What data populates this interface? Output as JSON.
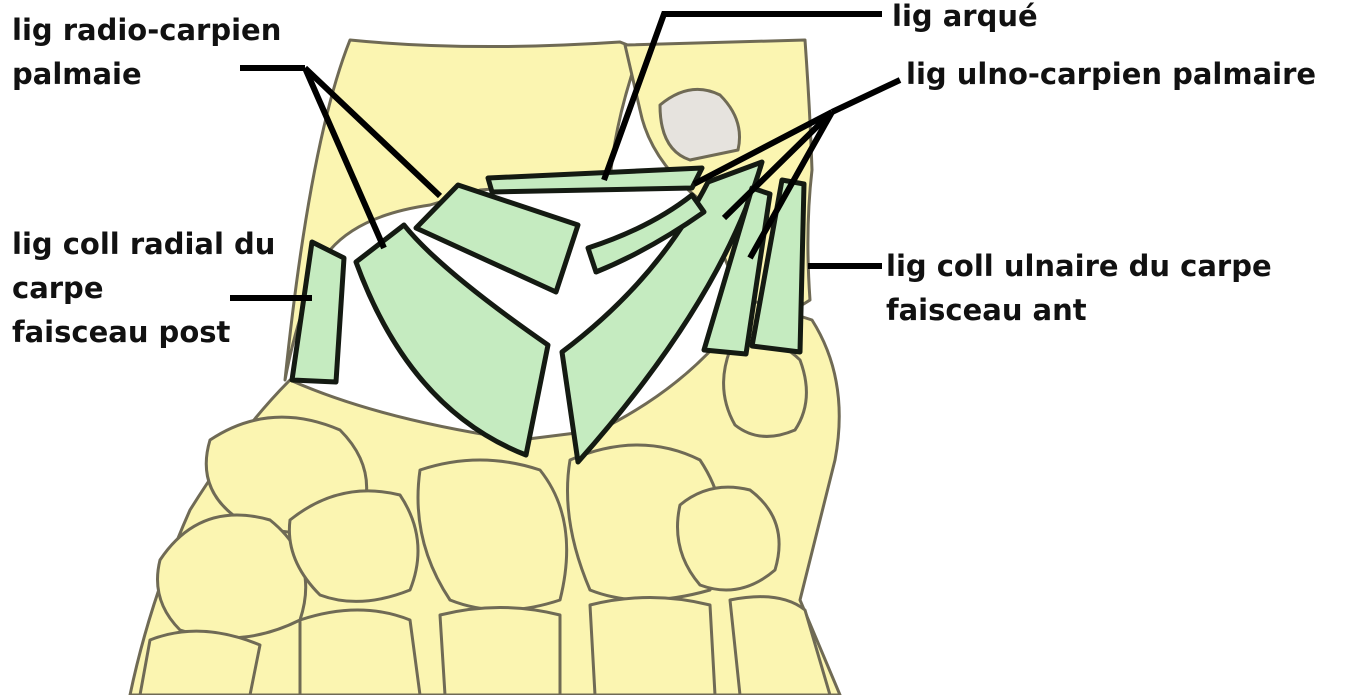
{
  "colors": {
    "bone_fill": "#fbf5b1",
    "bone_outline": "#6f6a55",
    "ligament_fill": "#c5ebc0",
    "ligament_outline": "#141a12",
    "leader_line": "#000000",
    "label_text": "#111111",
    "background": "#ffffff"
  },
  "labels": {
    "radio_carpien": {
      "line1": "lig radio-carpien",
      "line2": "palmaie"
    },
    "arque": "lig arqué",
    "ulno_carpien": "lig ulno-carpien palmaire",
    "coll_radial": {
      "line1": "lig coll radial du",
      "line2": "carpe",
      "line3": "faisceau post"
    },
    "coll_ulnaire": {
      "line1": "lig coll ulnaire du carpe",
      "line2": "faisceau ant"
    }
  }
}
